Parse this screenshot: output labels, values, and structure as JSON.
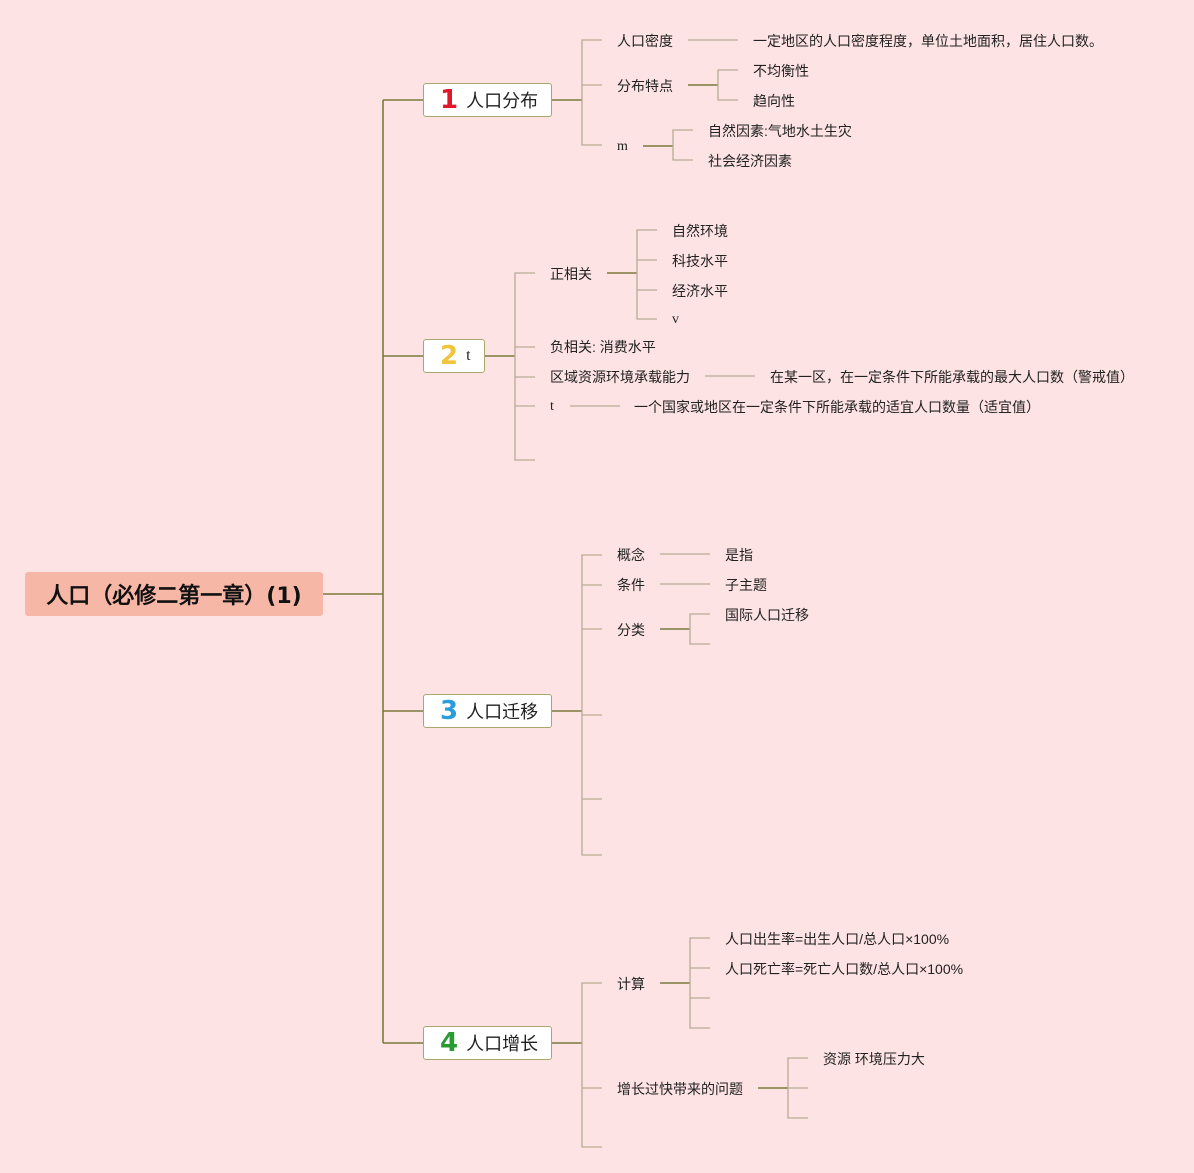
{
  "root": {
    "title": "人口（必修二第一章）(1)"
  },
  "branches": [
    {
      "number": "1",
      "number_color": "#e0192a",
      "title": "人口分布"
    },
    {
      "number": "2",
      "number_color": "#f2c43c",
      "title": "t"
    },
    {
      "number": "3",
      "number_color": "#2a9ddb",
      "title": "人口迁移"
    },
    {
      "number": "4",
      "number_color": "#2a9a35",
      "title": "人口增长"
    }
  ],
  "b1": {
    "density": {
      "label": "人口密度",
      "detail": "一定地区的人口密度程度，单位土地面积，居住人口数。"
    },
    "features": {
      "label": "分布特点",
      "items": [
        "不均衡性",
        "趋向性"
      ]
    },
    "m": {
      "label": "m",
      "items": [
        "自然因素:气地水土生灾",
        "社会经济因素"
      ]
    }
  },
  "b2": {
    "positive": {
      "label": "正相关",
      "items": [
        "自然环境",
        "科技水平",
        "经济水平",
        "v"
      ]
    },
    "negative": "负相关: 消费水平",
    "capacity": {
      "label": "区域资源环境承载能力",
      "detail": "在某一区，在一定条件下所能承载的最大人口数（警戒值）"
    },
    "t": {
      "label": "t",
      "detail": "一个国家或地区在一定条件下所能承载的适宜人口数量（适宜值）"
    }
  },
  "b3": {
    "concept": {
      "label": "概念",
      "detail": "是指"
    },
    "condition": {
      "label": "条件",
      "detail": "子主题"
    },
    "types": {
      "label": "分类",
      "items": [
        "国际人口迁移"
      ]
    }
  },
  "b4": {
    "calc": {
      "label": "计算",
      "items": [
        "人口出生率=出生人口/总人口×100%",
        "人口死亡率=死亡人口数/总人口×100%"
      ]
    },
    "problems": {
      "label": "增长过快带来的问题",
      "items": [
        "资源 环境压力大"
      ]
    }
  },
  "colors": {
    "background": "#fde3e3",
    "root_fill": "#f7b7a6",
    "line_main": "#7a7a3a",
    "line_light": "#b3a690"
  }
}
